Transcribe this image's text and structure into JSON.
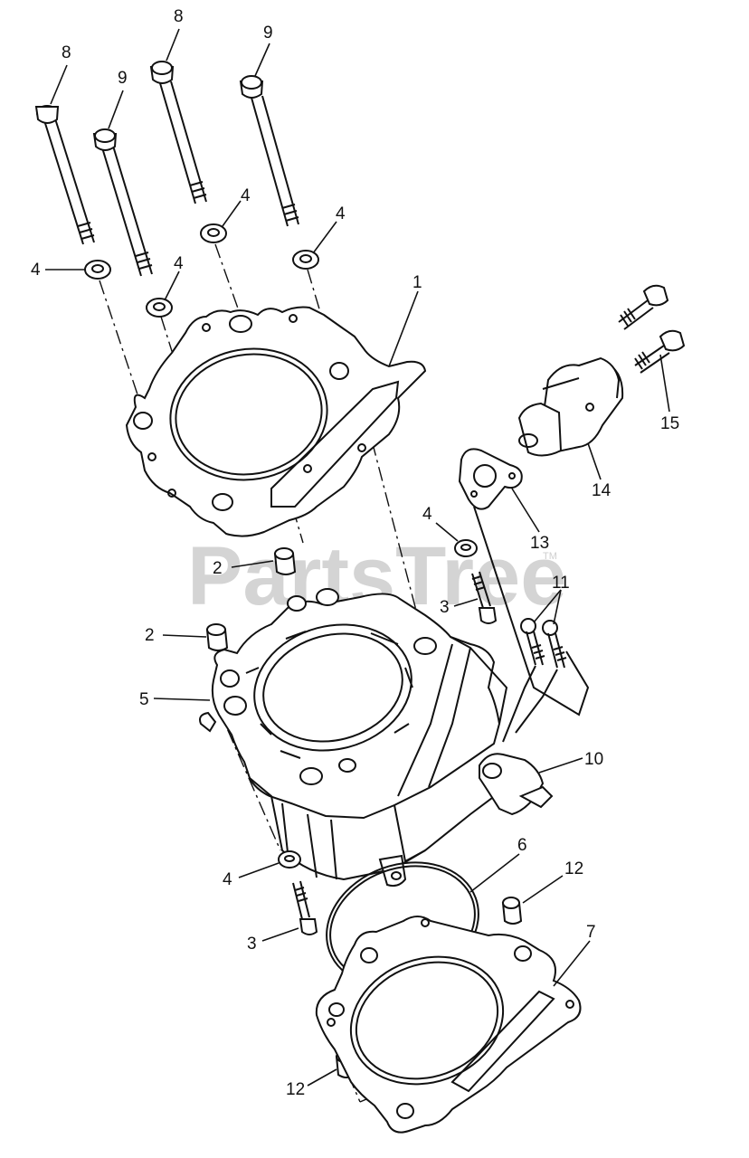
{
  "watermark": {
    "text": "PartsTree",
    "tm": "TM"
  },
  "callouts": [
    {
      "number": "8"
    },
    {
      "number": "9"
    },
    {
      "number": "8"
    },
    {
      "number": "9"
    },
    {
      "number": "4"
    },
    {
      "number": "4"
    },
    {
      "number": "4"
    },
    {
      "number": "4"
    },
    {
      "number": "1"
    },
    {
      "number": "15"
    },
    {
      "number": "14"
    },
    {
      "number": "13"
    },
    {
      "number": "4"
    },
    {
      "number": "2"
    },
    {
      "number": "3"
    },
    {
      "number": "11"
    },
    {
      "number": "2"
    },
    {
      "number": "5"
    },
    {
      "number": "10"
    },
    {
      "number": "4"
    },
    {
      "number": "6"
    },
    {
      "number": "12"
    },
    {
      "number": "3"
    },
    {
      "number": "7"
    },
    {
      "number": "12"
    }
  ]
}
